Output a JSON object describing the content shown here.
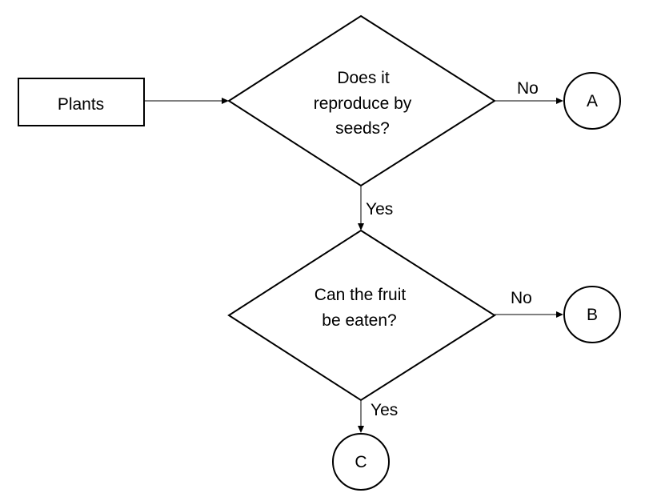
{
  "diagram": {
    "start_box": {
      "label": "Plants"
    },
    "decision_1": {
      "line1": "Does it",
      "line2": "reproduce by",
      "line3": "seeds?"
    },
    "decision_2": {
      "line1": "Can the fruit",
      "line2": "be eaten?"
    },
    "terminal_a": {
      "label": "A"
    },
    "terminal_b": {
      "label": "B"
    },
    "terminal_c": {
      "label": "C"
    },
    "edges": {
      "d1_no": "No",
      "d1_yes": "Yes",
      "d2_no": "No",
      "d2_yes": "Yes"
    }
  }
}
